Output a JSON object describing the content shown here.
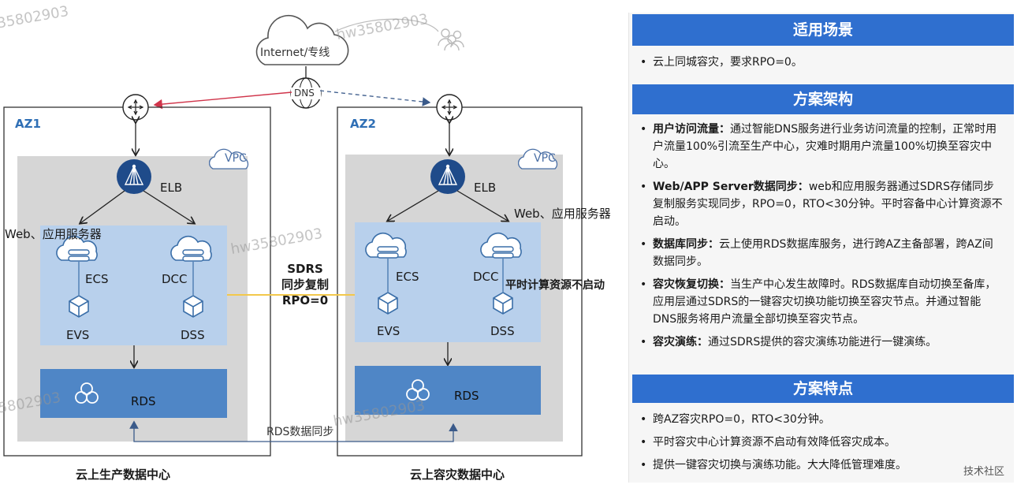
{
  "diagram": {
    "cloud_label": "Internet/专线",
    "watermark": "hw35802903",
    "dns_label": "DNS",
    "az1": {
      "label": "AZ1",
      "vpc": "VPC",
      "elb": "ELB",
      "web": "Web、应用服务器",
      "ecs": "ECS",
      "dcc": "DCC",
      "evs": "EVS",
      "dss": "DSS",
      "rds": "RDS",
      "caption": "云上生产数据中心"
    },
    "az2": {
      "label": "AZ2",
      "vpc": "VPC",
      "elb": "ELB",
      "web": "Web、应用服务器",
      "ecs": "ECS",
      "dcc": "DCC",
      "evs": "EVS",
      "dss": "DSS",
      "rds": "RDS",
      "caption": "云上容灾数据中心",
      "standby_note": "平时计算资源不启动"
    },
    "sdrs": {
      "line1": "SDRS",
      "line2": "同步复制",
      "line3": "RPO=0"
    },
    "rds_sync": "RDS数据同步"
  },
  "panel": {
    "scenario": {
      "title": "适用场景",
      "items": [
        "云上同城容灾，要求RPO=0。"
      ]
    },
    "architecture": {
      "title": "方案架构",
      "items": [
        {
          "head": "用户访问流量：",
          "text": "通过智能DNS服务进行业务访问流量的控制，正常时用户流量100%引流至生产中心，灾难时期用户流量100%切换至容灾中心。"
        },
        {
          "head": "Web/APP Server数据同步：",
          "text": "web和应用服务器通过SDRS存储同步复制服务实现同步，RPO=0，RTO<30分钟。平时容备中心计算资源不启动。"
        },
        {
          "head": "数据库同步：",
          "text": "云上使用RDS数据库服务，进行跨AZ主备部署，跨AZ间数据同步。"
        },
        {
          "head": "容灾恢复切换：",
          "text": "当生产中心发生故障时。RDS数据库自动切换至备库，应用层通过SDRS的一键容灾切换功能切换至容灾节点。并通过智能DNS服务将用户流量全部切换至容灾节点。"
        },
        {
          "head": "容灾演练：",
          "text": "通过SDRS提供的容灾演练功能进行一键演练。"
        }
      ]
    },
    "features": {
      "title": "方案特点",
      "items": [
        "跨AZ容灾RPO=0，RTO<30分钟。",
        "平时容灾中心计算资源不启动有效降低容灾成本。",
        "提供一键容灾切换与演练功能。大大降低管理难度。"
      ]
    },
    "footer": "技术社区"
  },
  "colors": {
    "panel_header": "#2f6fcf",
    "az_label": "#2f6fb5",
    "vpc_gray": "#d6d6d6",
    "compute_block": "#b8d0ec",
    "rds_block": "#4f86c6",
    "elb_circle": "#1f4b8a",
    "sdrs_line": "#f2c84b",
    "dns_red_arrow": "#d0344a"
  }
}
